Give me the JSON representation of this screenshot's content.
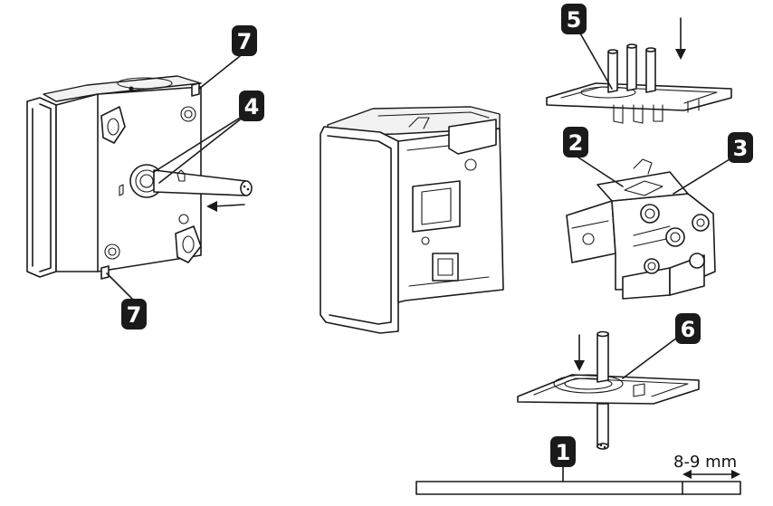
{
  "callouts": {
    "c1": "1",
    "c2": "2",
    "c3": "3",
    "c4": "4",
    "c5": "5",
    "c6": "6",
    "c7_top": "7",
    "c7_bottom": "7"
  },
  "dimension": {
    "strip_length": "8-9 mm"
  },
  "colors": {
    "callout_fill": "#1a1a1a",
    "callout_text": "#ffffff",
    "line": "#1a1a1a",
    "background": "#ffffff"
  }
}
